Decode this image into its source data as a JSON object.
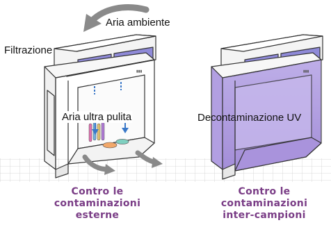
{
  "labels": {
    "ambient_air": "Aria ambiente",
    "filtration": "Filtrazione",
    "ultra_clean_air": "Aria ultra pulita",
    "uv_decontamination": "Decontaminazione UV"
  },
  "captions": {
    "left": [
      "Contro le",
      "contaminazioni",
      "esterne"
    ],
    "right": [
      "Contro le",
      "contaminazioni",
      "inter-campioni"
    ]
  },
  "colors": {
    "caption": "#7a3d86",
    "uv_light": "#9d86d6",
    "filter_panel": "#8f8ad8",
    "flow_arrow": "#8a8a8a",
    "clean_air_arrow": "#3a78c8"
  }
}
